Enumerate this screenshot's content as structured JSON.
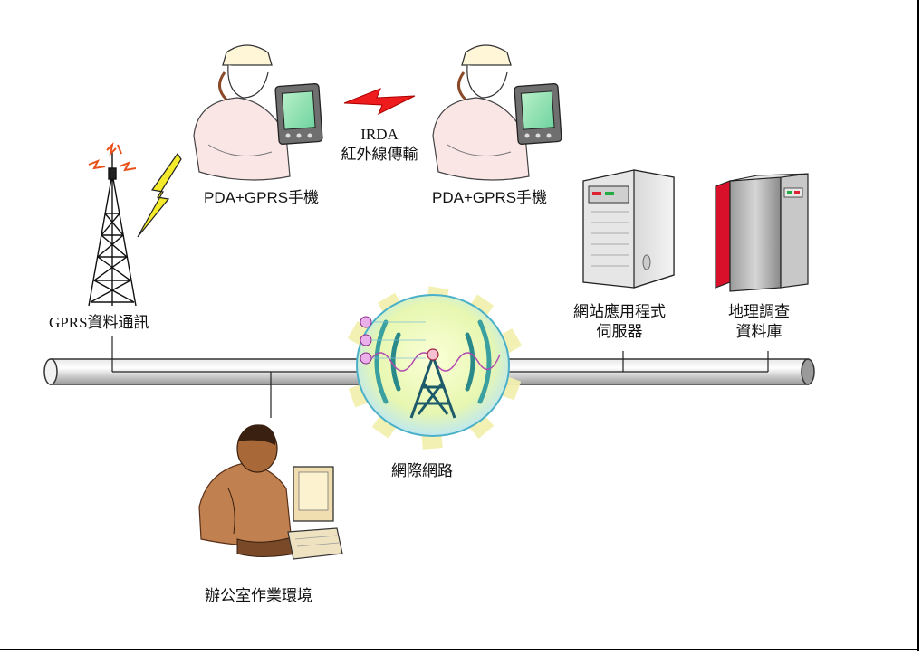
{
  "labels": {
    "gprs": "GPRS資料通訊",
    "pda_left": "PDA+GPRS手機",
    "pda_right": "PDA+GPRS手機",
    "irda_line1": "IRDA",
    "irda_line2": "紅外線傳輸",
    "web_server_line1": "網站應用程式",
    "web_server_line2": "伺服器",
    "database_line1": "地理調查",
    "database_line2": "資料庫",
    "internet": "網際網路",
    "office": "辦公室作業環境"
  }
}
